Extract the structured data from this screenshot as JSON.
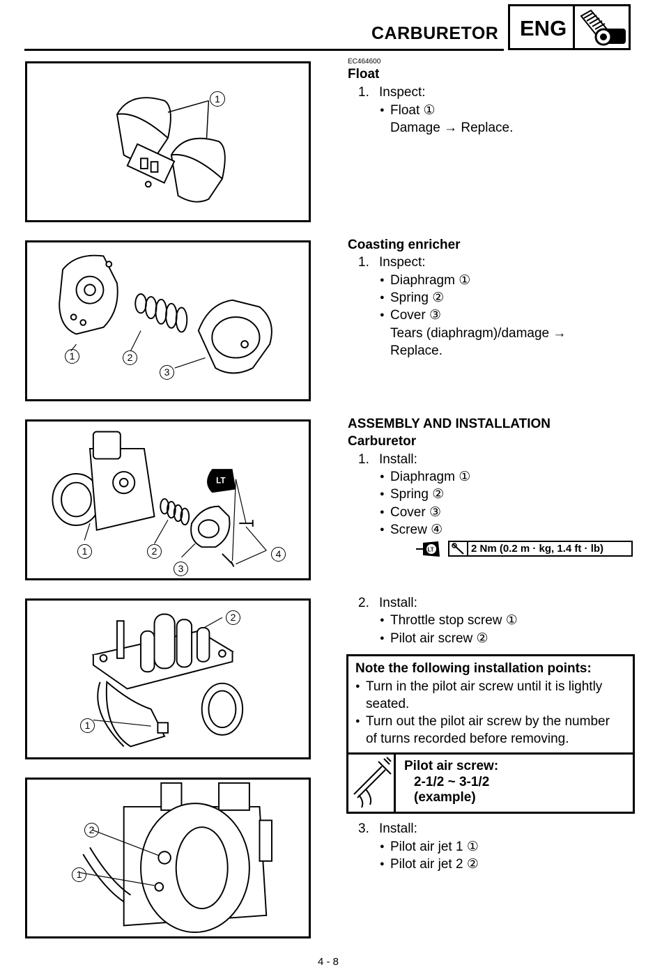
{
  "header": {
    "title": "CARBURETOR",
    "badge": "ENG"
  },
  "float_section": {
    "code": "EC464600",
    "heading": "Float",
    "step": "1.",
    "action": "Inspect:",
    "item": "Float ①",
    "result": "Damage → Replace."
  },
  "coasting_section": {
    "heading": "Coasting enricher",
    "step": "1.",
    "action": "Inspect:",
    "items": [
      "Diaphragm ①",
      "Spring ②",
      "Cover ③"
    ],
    "result_line1": "Tears (diaphragm)/damage →",
    "result_line2": "Replace."
  },
  "assembly_section": {
    "heading": "ASSEMBLY AND INSTALLATION",
    "subheading": "Carburetor",
    "step1": {
      "num": "1.",
      "action": "Install:",
      "items": [
        "Diaphragm ①",
        "Spring ②",
        "Cover ③",
        "Screw ④"
      ]
    },
    "torque": "2 Nm (0.2 m · kg, 1.4 ft · lb)",
    "step2": {
      "num": "2.",
      "action": "Install:",
      "items": [
        "Throttle stop screw ①",
        "Pilot air screw ②"
      ]
    },
    "step3": {
      "num": "3.",
      "action": "Install:",
      "items": [
        "Pilot air jet 1 ①",
        "Pilot air jet 2 ②"
      ]
    }
  },
  "note_box": {
    "title": "Note the following installation points:",
    "point1_line1": "Turn in the pilot air screw until it is lightly",
    "point1_line2": "seated.",
    "point2_line1": "Turn out the pilot air screw by the number",
    "point2_line2": "of turns recorded before removing.",
    "spec_label": "Pilot air screw:",
    "spec_value": "2-1/2 ~ 3-1/2",
    "spec_note": "(example)"
  },
  "figures": {
    "fig1_callouts": [
      "1"
    ],
    "fig2_callouts": [
      "1",
      "2",
      "3"
    ],
    "fig3_callouts": [
      "1",
      "2",
      "3",
      "4"
    ],
    "fig3_badge": "LT",
    "fig4_callouts": [
      "1",
      "2"
    ],
    "fig5_callouts": [
      "1",
      "2"
    ],
    "lt_badge": "LT"
  },
  "footer": {
    "page": "4 - 8"
  }
}
